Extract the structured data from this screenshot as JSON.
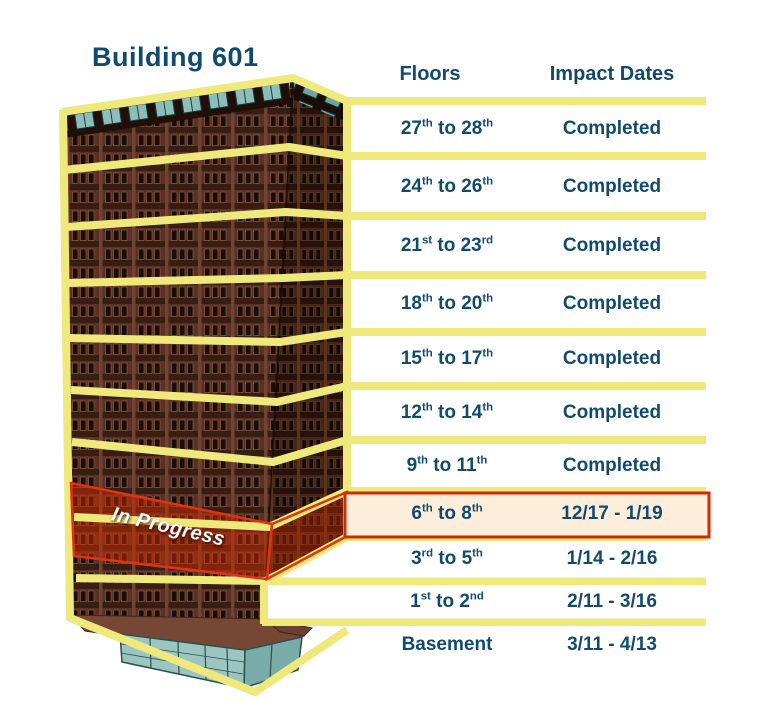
{
  "title": "Building 601",
  "building": {
    "label_in_progress": "In Progress"
  },
  "table": {
    "headers": {
      "floors": "Floors",
      "impact_dates": "Impact Dates"
    },
    "rows": [
      {
        "floors": "27th to 28th",
        "impact": "Completed",
        "highlight": false
      },
      {
        "floors": "24th to 26th",
        "impact": "Completed",
        "highlight": false
      },
      {
        "floors": "21st to 23rd",
        "impact": "Completed",
        "highlight": false
      },
      {
        "floors": "18th to 20th",
        "impact": "Completed",
        "highlight": false
      },
      {
        "floors": "15th to 17th",
        "impact": "Completed",
        "highlight": false
      },
      {
        "floors": "12th to 14th",
        "impact": "Completed",
        "highlight": false
      },
      {
        "floors": "9th to 11th",
        "impact": "Completed",
        "highlight": false
      },
      {
        "floors": "6th to 8th",
        "impact": "12/17 - 1/19",
        "highlight": true
      },
      {
        "floors": "3rd to 5th",
        "impact": "1/14 - 2/16",
        "highlight": false
      },
      {
        "floors": "1st to 2nd",
        "impact": "2/11 - 3/16",
        "highlight": false
      },
      {
        "floors": "Basement",
        "impact": "3/11 - 4/13",
        "highlight": false
      }
    ]
  },
  "colors": {
    "navy_text": "#124A6E",
    "band_yellow": "#EFE97C",
    "red_accent": "#CE2C04",
    "red_bright": "#E23310",
    "highlight_row_bg": "#FCEEDA",
    "building_brown": "#5A3126",
    "glass_teal": "#9CC5C2"
  }
}
